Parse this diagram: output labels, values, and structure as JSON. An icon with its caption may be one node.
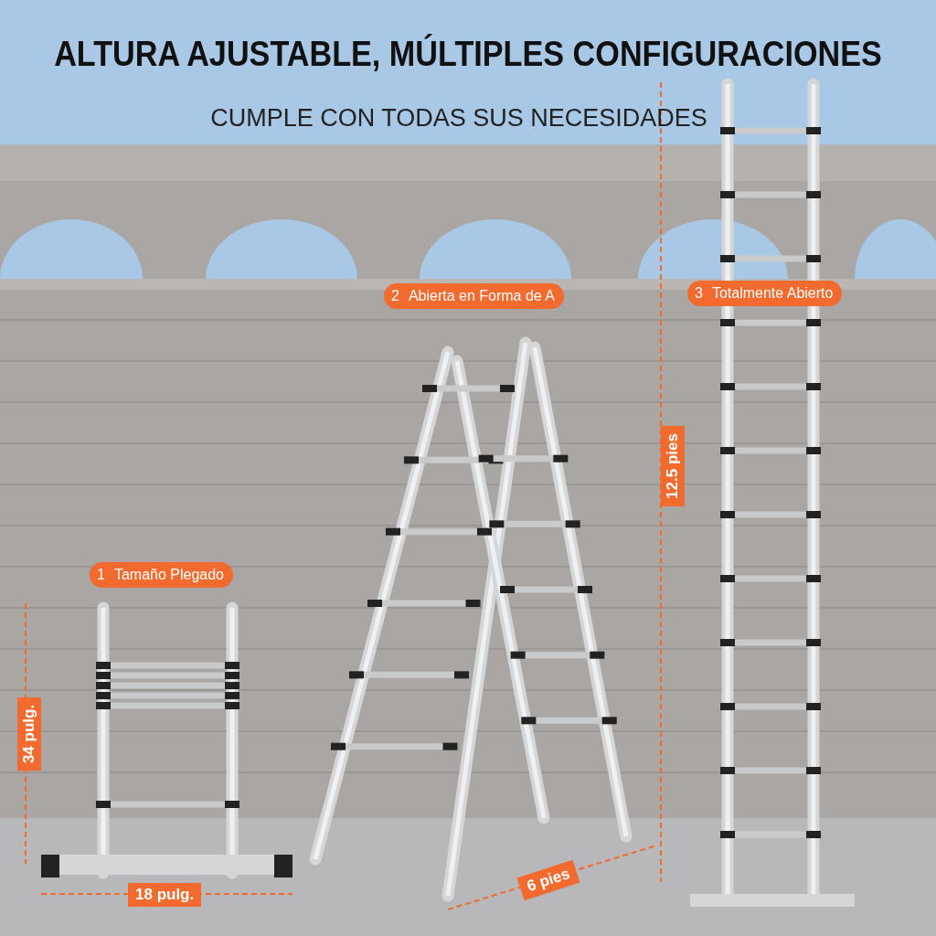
{
  "diagram": {
    "title": "ALTURA AJUSTABLE, MÚLTIPLES CONFIGURACIONES",
    "nodes": [
      {
        "text": [
          "1",
          "Tamaño Plegado"
        ]
      },
      {
        "text": [
          "2",
          "Abierta en Forma de A"
        ]
      },
      {
        "text": [
          "3",
          "Totalmente Abierto"
        ]
      }
    ],
    "labels": [
      "CUMPLE CON TODAS SUS NECESIDADES",
      "34 pulg.",
      "18 pulg.",
      "6 pies",
      "12.5 pies"
    ]
  }
}
